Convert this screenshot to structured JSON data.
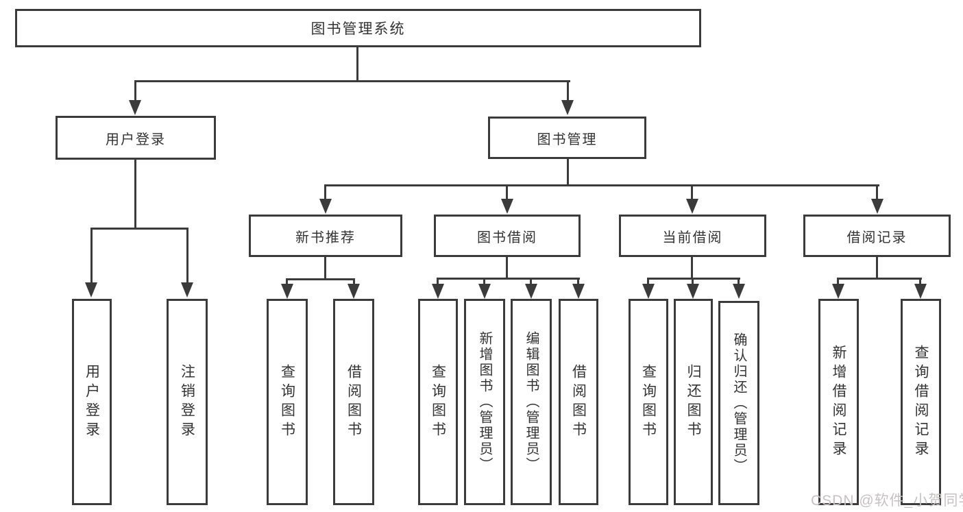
{
  "root": {
    "label": "图书管理系统"
  },
  "user_branch": {
    "label": "用户登录",
    "leaves": [
      "用户登录",
      "注销登录"
    ]
  },
  "book_branch": {
    "label": "图书管理"
  },
  "groups": [
    {
      "label": "新书推荐",
      "leaves": [
        "查询图书",
        "借阅图书"
      ]
    },
    {
      "label": "图书借阅",
      "leaves": [
        "查询图书",
        "新增图书（管理员）",
        "编辑图书（管理员）",
        "借阅图书"
      ]
    },
    {
      "label": "当前借阅",
      "leaves": [
        "查询图书",
        "归还图书",
        "确认归还（管理员）"
      ]
    },
    {
      "label": "借阅记录",
      "leaves": [
        "新增借阅记录",
        "查询借阅记录"
      ]
    }
  ],
  "watermark": {
    "text": "CSDN @软件_小贺同学",
    "color": "#c6c2c2"
  },
  "colors": {
    "line": "#3b3b3b",
    "text": "#333333",
    "background": "#ffffff"
  }
}
